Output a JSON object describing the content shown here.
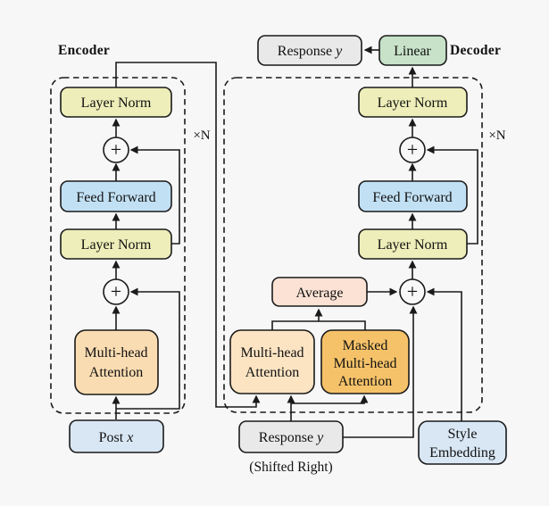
{
  "colors": {
    "background": "#f7f7f7",
    "layer_norm": "#edeeb9",
    "feed_forward": "#c2e0f4",
    "attention_encoder": "#fadcb2",
    "attention_decoder": "#fce4c3",
    "masked_attention": "#f6c269",
    "average": "#fbe2d4",
    "input_blue": "#d9e7f4",
    "response_gray": "#e9e9e9",
    "linear_green": "#c7e2c8"
  },
  "encoder": {
    "title": "Encoder",
    "repeat": "×N",
    "layer_norm_top": "Layer Norm",
    "feed_forward": "Feed Forward",
    "layer_norm_mid": "Layer Norm",
    "attention_line1": "Multi-head",
    "attention_line2": "Attention",
    "plus": "+",
    "input_prefix": "Post ",
    "input_var": "x"
  },
  "decoder": {
    "title": "Decoder",
    "repeat": "×N",
    "output_prefix": "Response ",
    "output_var": "y",
    "linear": "Linear",
    "layer_norm_top": "Layer Norm",
    "feed_forward": "Feed Forward",
    "layer_norm_mid": "Layer Norm",
    "average": "Average",
    "attention_line1": "Multi-head",
    "attention_line2": "Attention",
    "masked_line1": "Masked",
    "masked_line2": "Multi-head",
    "masked_line3": "Attention",
    "plus": "+",
    "input_prefix": "Response ",
    "input_var": "y",
    "shifted_label": "(Shifted Right)",
    "style_line1": "Style",
    "style_line2": "Embedding"
  }
}
